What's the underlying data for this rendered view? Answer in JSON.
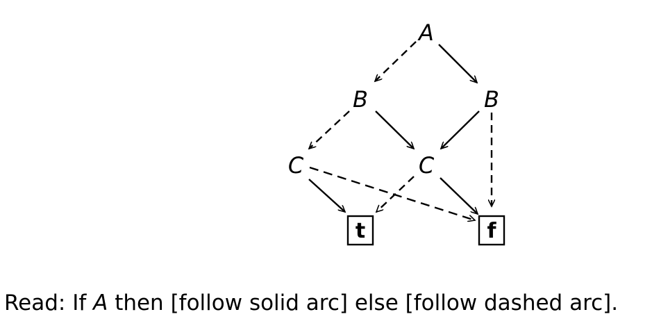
{
  "diagram": {
    "nodes": {
      "a": "A",
      "b_left": "B",
      "b_right": "B",
      "c_left": "C",
      "c_mid": "C",
      "t": "t",
      "f": "f"
    },
    "edges": [
      {
        "from": "a",
        "to": "b_left",
        "style": "dashed"
      },
      {
        "from": "a",
        "to": "b_right",
        "style": "solid"
      },
      {
        "from": "b_left",
        "to": "c_left",
        "style": "dashed"
      },
      {
        "from": "b_left",
        "to": "c_mid",
        "style": "solid"
      },
      {
        "from": "b_right",
        "to": "c_mid",
        "style": "solid"
      },
      {
        "from": "b_right",
        "to": "f",
        "style": "dashed"
      },
      {
        "from": "c_left",
        "to": "t",
        "style": "solid"
      },
      {
        "from": "c_left",
        "to": "f",
        "style": "dashed"
      },
      {
        "from": "c_mid",
        "to": "t",
        "style": "dashed"
      },
      {
        "from": "c_mid",
        "to": "f",
        "style": "solid"
      }
    ]
  },
  "caption": {
    "prefix": "Read: If",
    "variable": "A",
    "suffix": "then [follow solid arc] else [follow dashed arc]."
  }
}
